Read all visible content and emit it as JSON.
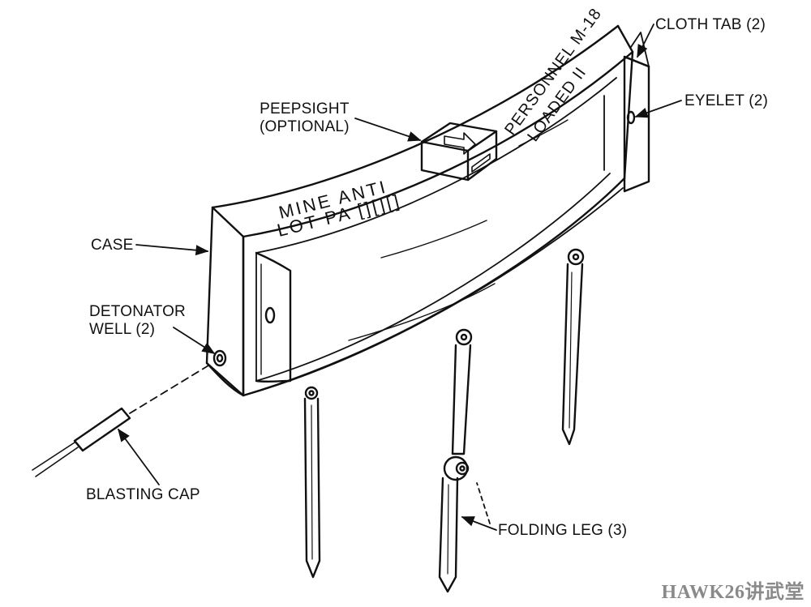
{
  "callouts": {
    "cloth_tab": "CLOTH TAB (2)",
    "eyelet": "EYELET (2)",
    "peepsight_line1": "PEEPSIGHT",
    "peepsight_line2": "(OPTIONAL)",
    "case": "CASE",
    "detonator_line1": "DETONATOR",
    "detonator_line2": "WELL (2)",
    "blasting_cap": "BLASTING CAP",
    "folding_leg": "FOLDING LEG (3)"
  },
  "case_markings": {
    "top_line1": "MINE ANTI",
    "top_line2": "LOT PA [][][]",
    "side_line1": "PERSONNEL M-18",
    "side_line2": "LOADED II"
  },
  "watermark": "HAWK26讲武堂",
  "colors": {
    "ink": "#111111",
    "paper": "#ffffff",
    "watermark": "#8a8a8a"
  }
}
